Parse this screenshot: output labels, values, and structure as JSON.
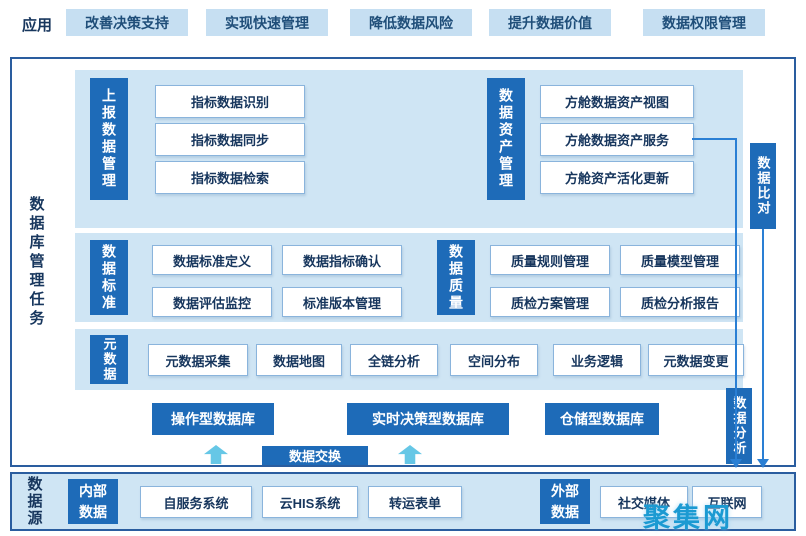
{
  "app_row": {
    "label": "应用",
    "items": [
      "改善决策支持",
      "实现快速管理",
      "降低数据风险",
      "提升数据价值",
      "数据权限管理"
    ]
  },
  "main": {
    "side_label": "数据库管理任务",
    "report": {
      "label": "上报数据管理",
      "items": [
        "指标数据识别",
        "指标数据同步",
        "指标数据检索"
      ]
    },
    "asset": {
      "label": "数据资产管理",
      "items": [
        "方舱数据资产视图",
        "方舱数据资产服务",
        "方舱资产活化更新"
      ]
    },
    "compare_label": "数据比对",
    "standard": {
      "label": "数据标准",
      "items": [
        "数据标准定义",
        "数据指标确认",
        "数据评估监控",
        "标准版本管理"
      ]
    },
    "quality": {
      "label": "数据质量",
      "items": [
        "质量规则管理",
        "质量模型管理",
        "质检方案管理",
        "质检分析报告"
      ]
    },
    "meta": {
      "label": "元数据",
      "items": [
        "元数据采集",
        "数据地图",
        "全链分析",
        "空间分布",
        "业务逻辑",
        "元数据变更"
      ]
    },
    "databases": [
      "操作型数据库",
      "实时决策型数据库",
      "仓储型数据库"
    ],
    "analysis_label": "数据分析",
    "exchange_label": "数据交换"
  },
  "source": {
    "side_label": "数据源",
    "internal": {
      "label": "内部数据",
      "items": [
        "自服务系统",
        "云HIS系统",
        "转运表单"
      ]
    },
    "external": {
      "label": "外部数据",
      "items": [
        "社交媒体",
        "互联网"
      ]
    }
  },
  "watermark": "聚集网",
  "colors": {
    "blue": "#1e6bb8",
    "panel_light_blue": "#cfe5f4",
    "app_box_blue": "#c6dff2",
    "border_navy": "#2a5d9f",
    "flow_line": "#2a7fd4",
    "up_arrow": "#66c7e6",
    "watermark_blue": "#1b9ad2",
    "text_navy": "#17365d"
  }
}
